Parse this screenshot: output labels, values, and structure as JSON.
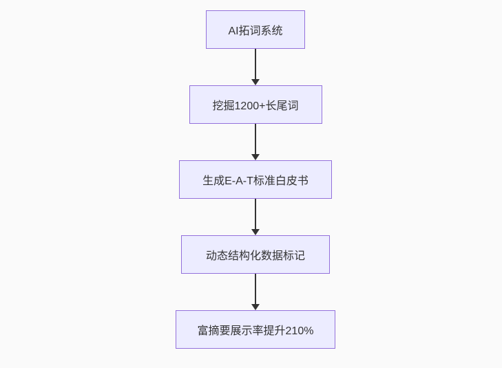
{
  "diagram": {
    "type": "flowchart",
    "direction": "top-down",
    "nodes": [
      {
        "id": "node-1",
        "label": "AI拓词系统"
      },
      {
        "id": "node-2",
        "label": "挖掘1200+长尾词"
      },
      {
        "id": "node-3",
        "label": "生成E-A-T标准白皮书"
      },
      {
        "id": "node-4",
        "label": "动态结构化数据标记"
      },
      {
        "id": "node-5",
        "label": "富摘要展示率提升210%"
      }
    ],
    "edges": [
      {
        "from": "node-1",
        "to": "node-2"
      },
      {
        "from": "node-2",
        "to": "node-3"
      },
      {
        "from": "node-3",
        "to": "node-4"
      },
      {
        "from": "node-4",
        "to": "node-5"
      }
    ],
    "colors": {
      "node_fill": "#ECECFF",
      "node_border": "#9370DB",
      "text": "#333333",
      "arrow": "#333333",
      "background": "#FAFAFA"
    }
  }
}
